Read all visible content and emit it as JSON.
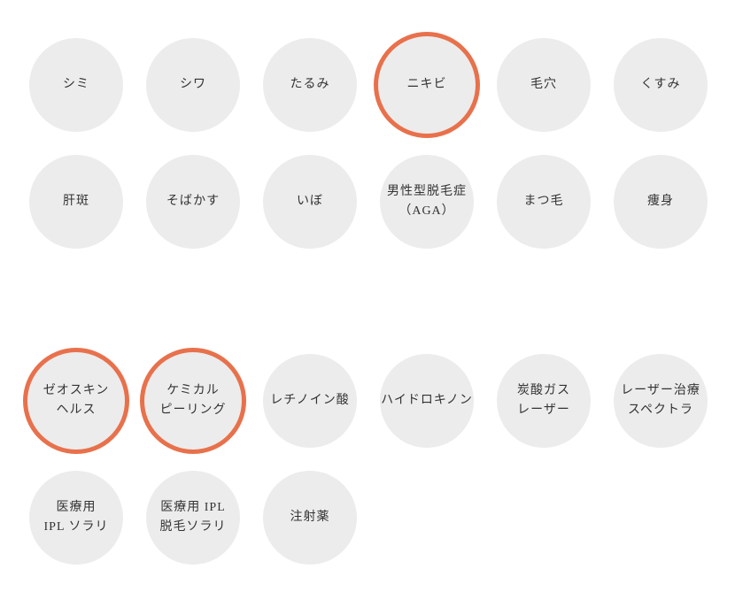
{
  "colors": {
    "circle_bg": "#ececec",
    "ring": "#e8714c",
    "text": "#333333",
    "page_bg": "#ffffff"
  },
  "groups": [
    {
      "name": "concerns",
      "items": [
        {
          "label": "シミ",
          "selected": false
        },
        {
          "label": "シワ",
          "selected": false
        },
        {
          "label": "たるみ",
          "selected": false
        },
        {
          "label": "ニキビ",
          "selected": true
        },
        {
          "label": "毛穴",
          "selected": false
        },
        {
          "label": "くすみ",
          "selected": false
        },
        {
          "label": "肝斑",
          "selected": false
        },
        {
          "label": "そばかす",
          "selected": false
        },
        {
          "label": "いぼ",
          "selected": false
        },
        {
          "label": "男性型脱毛症\n（AGA）",
          "selected": false
        },
        {
          "label": "まつ毛",
          "selected": false
        },
        {
          "label": "痩身",
          "selected": false
        }
      ]
    },
    {
      "name": "treatments",
      "items": [
        {
          "label": "ゼオスキン\nヘルス",
          "selected": true
        },
        {
          "label": "ケミカル\nピーリング",
          "selected": true
        },
        {
          "label": "レチノイン酸",
          "selected": false
        },
        {
          "label": "ハイドロキノン",
          "selected": false
        },
        {
          "label": "炭酸ガス\nレーザー",
          "selected": false
        },
        {
          "label": "レーザー治療\nスペクトラ",
          "selected": false
        },
        {
          "label": "医療用\nIPL ソラリ",
          "selected": false
        },
        {
          "label": "医療用 IPL\n脱毛ソラリ",
          "selected": false
        },
        {
          "label": "注射薬",
          "selected": false
        }
      ]
    }
  ]
}
